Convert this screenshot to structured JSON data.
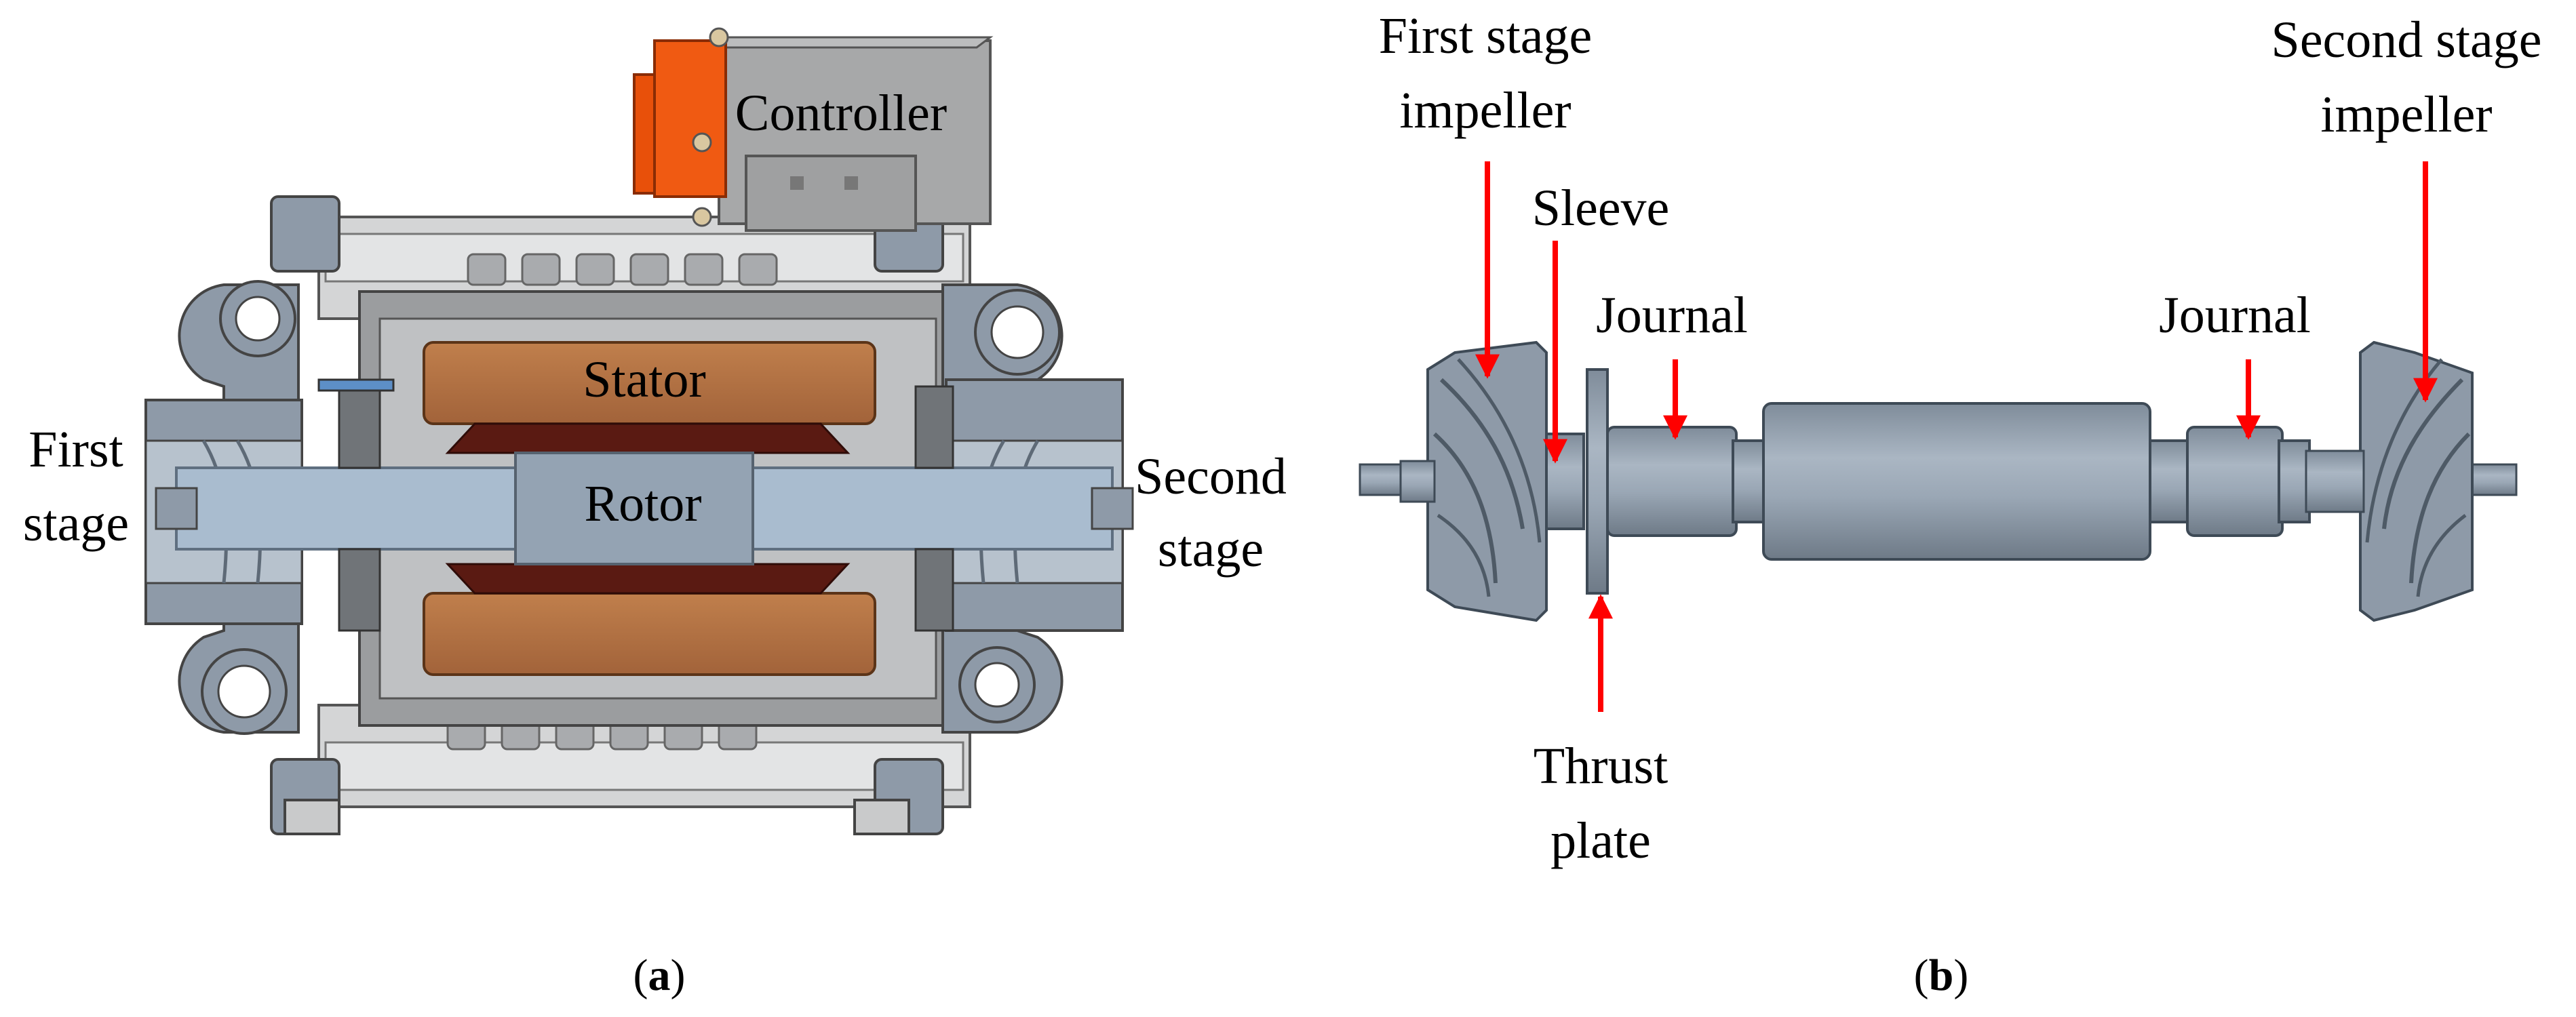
{
  "panel_a": {
    "caption_open": "(",
    "caption_letter": "a",
    "caption_close": ")",
    "labels": {
      "controller": "Controller",
      "stator": "Stator",
      "rotor": "Rotor",
      "first_stage_1": "First",
      "first_stage_2": "stage",
      "second_stage_1": "Second",
      "second_stage_2": "stage"
    }
  },
  "panel_b": {
    "caption_open": "(",
    "caption_letter": "b",
    "caption_close": ")",
    "labels": {
      "first_stage_impeller_1": "First stage",
      "first_stage_impeller_2": "impeller",
      "sleeve": "Sleeve",
      "journal_left": "Journal",
      "journal_right": "Journal",
      "second_stage_impeller_1": "Second stage",
      "second_stage_impeller_2": "impeller",
      "thrust_plate_1": "Thrust",
      "thrust_plate_2": "plate"
    }
  },
  "colors": {
    "arrow": "#ff0000",
    "controller_orange": "#e8500a",
    "stator_copper": "#b06f3f",
    "rotor_blue": "#a9bccf",
    "housing_gray": "#c9cacb",
    "volute_slate": "#8e9aa8",
    "shaft_slate": "#9aa7b5"
  }
}
